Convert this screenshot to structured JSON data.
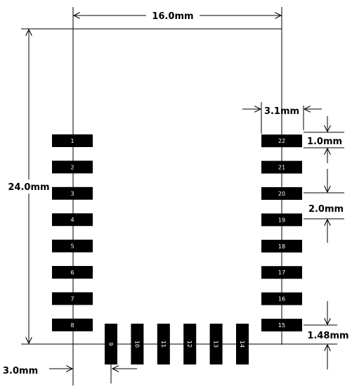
{
  "dimensions": {
    "width": "16.0mm",
    "height": "24.0mm",
    "pad_length": "3.1mm",
    "pad_width": "1.0mm",
    "pitch": "2.0mm",
    "bottom_offset": "1.48mm",
    "left_offset": "3.0mm"
  },
  "pins": {
    "left": [
      "1",
      "2",
      "3",
      "4",
      "5",
      "6",
      "7",
      "8"
    ],
    "bottom": [
      "9",
      "10",
      "11",
      "12",
      "13",
      "14"
    ],
    "right": [
      "15",
      "16",
      "17",
      "18",
      "19",
      "20",
      "21",
      "22"
    ]
  }
}
